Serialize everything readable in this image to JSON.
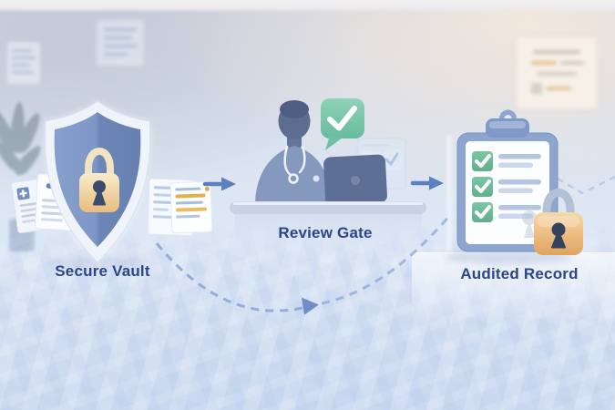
{
  "diagram": {
    "type": "illustrated-flow",
    "direction": "left-to-right",
    "nodes": [
      {
        "id": "secure-vault",
        "label": "Secure Vault",
        "icon": "shield-lock-icon"
      },
      {
        "id": "review-gate",
        "label": "Review Gate",
        "icon": "clinician-laptop-approval-icon"
      },
      {
        "id": "audited-record",
        "label": "Audited Record",
        "icon": "clipboard-checklist-lock-icon"
      }
    ],
    "connections": [
      {
        "from": "secure-vault",
        "to": "review-gate",
        "style": "solid-arrow"
      },
      {
        "from": "review-gate",
        "to": "audited-record",
        "style": "solid-arrow"
      },
      {
        "from": "secure-vault",
        "to": "audited-record",
        "style": "dashed-curved-arrow"
      }
    ],
    "checklist": {
      "items": 3,
      "checked": 3
    }
  },
  "palette": {
    "label_text": "#2A4687",
    "arrow_blue": "#5D7FBE",
    "dashed_path_blue": "#8AA4D2",
    "shield_blue": "#7D96C5",
    "lock_amber": "#E9BD7E",
    "approval_green": "#74C3A7",
    "clipboard_frame_blue": "#8DA5CF",
    "paper_white": "#FBFDFE"
  }
}
